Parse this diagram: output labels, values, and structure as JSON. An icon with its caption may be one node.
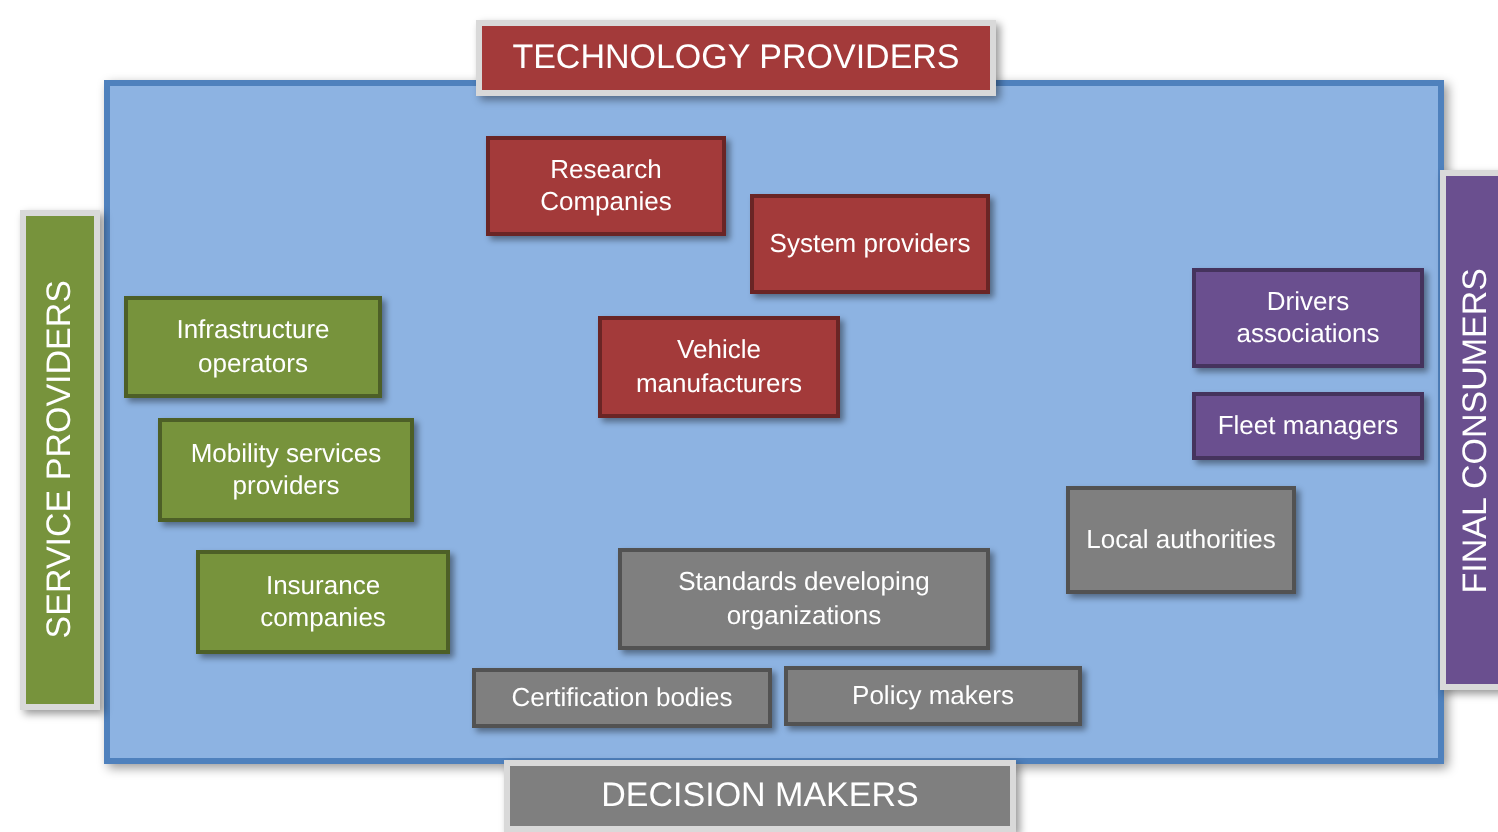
{
  "diagram": {
    "nodes": [
      {
        "text": [
          "TECHNOLOGY PROVIDERS"
        ]
      },
      {
        "text": [],
        "shape": "box"
      },
      {
        "text": [
          "SERVICE PROVIDERS"
        ]
      },
      {
        "text": [
          "FINAL CONSUMERS"
        ]
      },
      {
        "text": [
          "Research Companies"
        ],
        "in": 1
      },
      {
        "text": [
          "System providers"
        ],
        "in": 1
      },
      {
        "text": [
          "Infrastructure operators"
        ],
        "in": 1
      },
      {
        "text": [
          "Drivers associations"
        ],
        "in": 1
      },
      {
        "text": [
          "Vehicle manufacturers"
        ],
        "in": 1
      },
      {
        "text": [
          "Mobility services providers"
        ],
        "in": 1
      },
      {
        "text": [
          "Fleet managers"
        ],
        "in": 1
      },
      {
        "text": [
          "Local authorities"
        ],
        "in": 1
      },
      {
        "text": [
          "Insurance companies"
        ],
        "in": 1
      },
      {
        "text": [
          "Standards developing organizations"
        ],
        "in": 1
      },
      {
        "text": [
          "Certification bodies"
        ],
        "in": 1
      },
      {
        "text": [
          "Policy makers"
        ],
        "in": 1
      },
      {
        "text": [
          "DECISION MAKERS"
        ]
      }
    ]
  }
}
